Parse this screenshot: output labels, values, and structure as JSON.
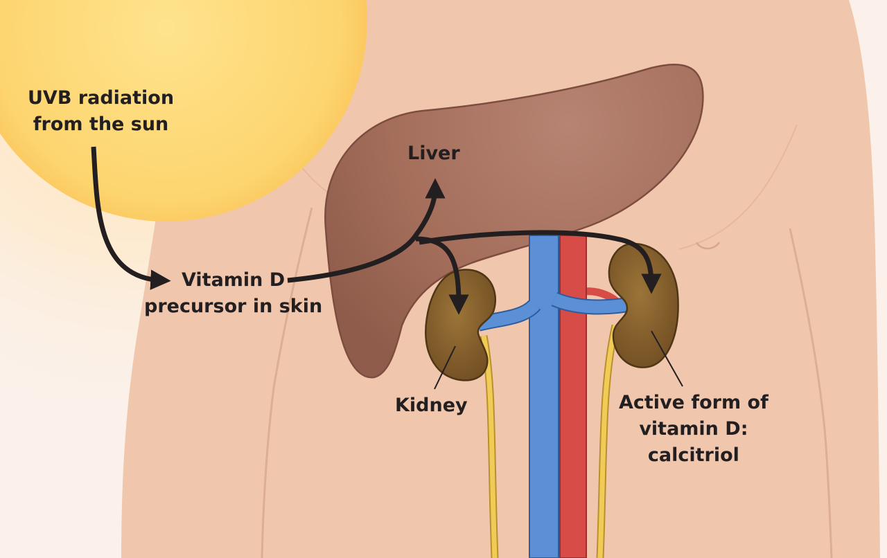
{
  "labels": {
    "uvb": {
      "line1": "UVB radiation",
      "line2": "from the sun"
    },
    "liver": "Liver",
    "precursor": {
      "line1": "Vitamin D",
      "line2": "precursor in skin"
    },
    "kidney": "Kidney",
    "active": {
      "line1": "Active form of",
      "line2": "vitamin D:",
      "line3": "calcitriol"
    }
  },
  "colors": {
    "sun": "#fdd876",
    "skin": "#f0c4a9",
    "liver": "#a8705d",
    "kidney": "#8c6430",
    "vein": "#5b8fd6",
    "artery": "#d84c48",
    "ureter": "#f0cc56",
    "arrow": "#231f20"
  }
}
